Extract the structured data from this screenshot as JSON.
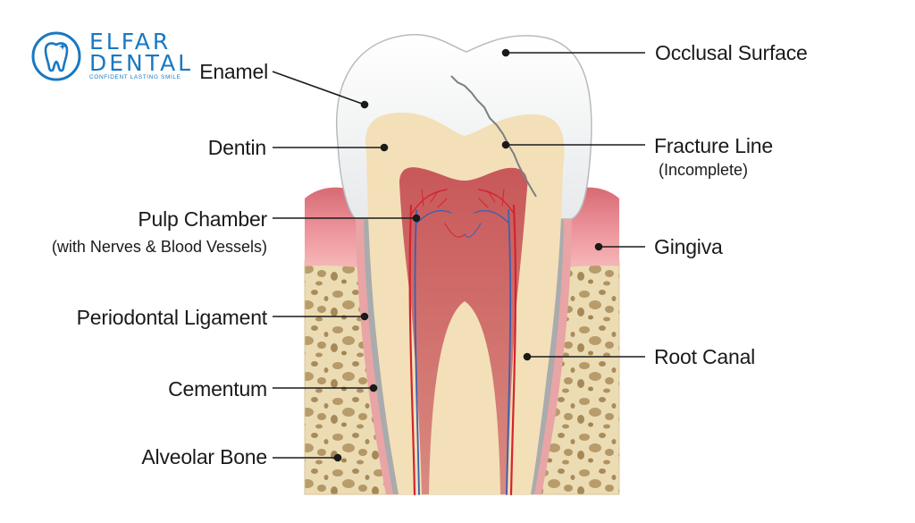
{
  "logo": {
    "line1": "ELFAR",
    "line2": "DENTAL",
    "tagline": "CONFIDENT LASTING SMILE",
    "color": "#1a78c2"
  },
  "labels": {
    "enamel": "Enamel",
    "dentin": "Dentin",
    "pulp_chamber": "Pulp Chamber",
    "pulp_chamber_sub": "(with Nerves & Blood Vessels)",
    "periodontal_ligament": "Periodontal Ligament",
    "cementum": "Cementum",
    "alveolar_bone": "Alveolar Bone",
    "occlusal_surface": "Occlusal Surface",
    "fracture_line": "Fracture Line",
    "fracture_line_sub": "(Incomplete)",
    "gingiva": "Gingiva",
    "root_canal": "Root Canal"
  }
}
